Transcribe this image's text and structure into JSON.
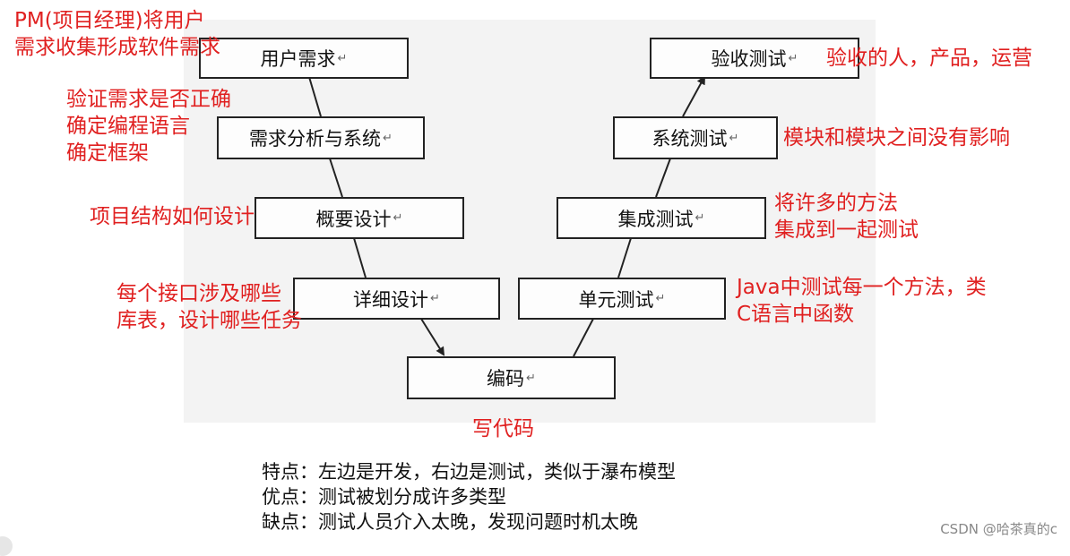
{
  "boxes": {
    "user_requirements": {
      "label": "用户需求",
      "mark": "↵"
    },
    "requirements_analysis": {
      "label": "需求分析与系统",
      "mark": "↵"
    },
    "outline_design": {
      "label": "概要设计",
      "mark": "↵"
    },
    "detailed_design": {
      "label": "详细设计",
      "mark": "↵"
    },
    "coding": {
      "label": "编码",
      "mark": "↵"
    },
    "unit_testing": {
      "label": "单元测试",
      "mark": "↵"
    },
    "integration_testing": {
      "label": "集成测试",
      "mark": "↵"
    },
    "system_testing": {
      "label": "系统测试",
      "mark": "↵"
    },
    "acceptance_testing": {
      "label": "验收测试",
      "mark": "↵"
    }
  },
  "notes": {
    "user_requirements": [
      "PM(项目经理)将用户",
      "需求收集形成软件需求"
    ],
    "requirements_analysis": [
      "验证需求是否正确",
      "确定编程语言",
      "确定框架"
    ],
    "outline_design": [
      "项目结构如何设计"
    ],
    "detailed_design": [
      "每个接口涉及哪些",
      "库表，设计哪些任务"
    ],
    "coding": [
      "写代码"
    ],
    "unit_testing": [
      "Java中测试每一个方法，类",
      "C语言中函数"
    ],
    "integration_testing": [
      "将许多的方法",
      "集成到一起测试"
    ],
    "system_testing": [
      "模块和模块之间没有影响"
    ],
    "acceptance_testing": [
      "验收的人，产品，运营"
    ]
  },
  "summary": {
    "features": "特点：左边是开发，右边是测试，类似于瀑布模型",
    "pros": "优点：测试被划分成许多类型",
    "cons": "缺点：测试人员介入太晚，发现问题时机太晚"
  },
  "watermark": "CSDN @哈茶真的c",
  "colors": {
    "note": "#e02020",
    "box_border": "#222222",
    "panel": "#f3f3f3"
  }
}
